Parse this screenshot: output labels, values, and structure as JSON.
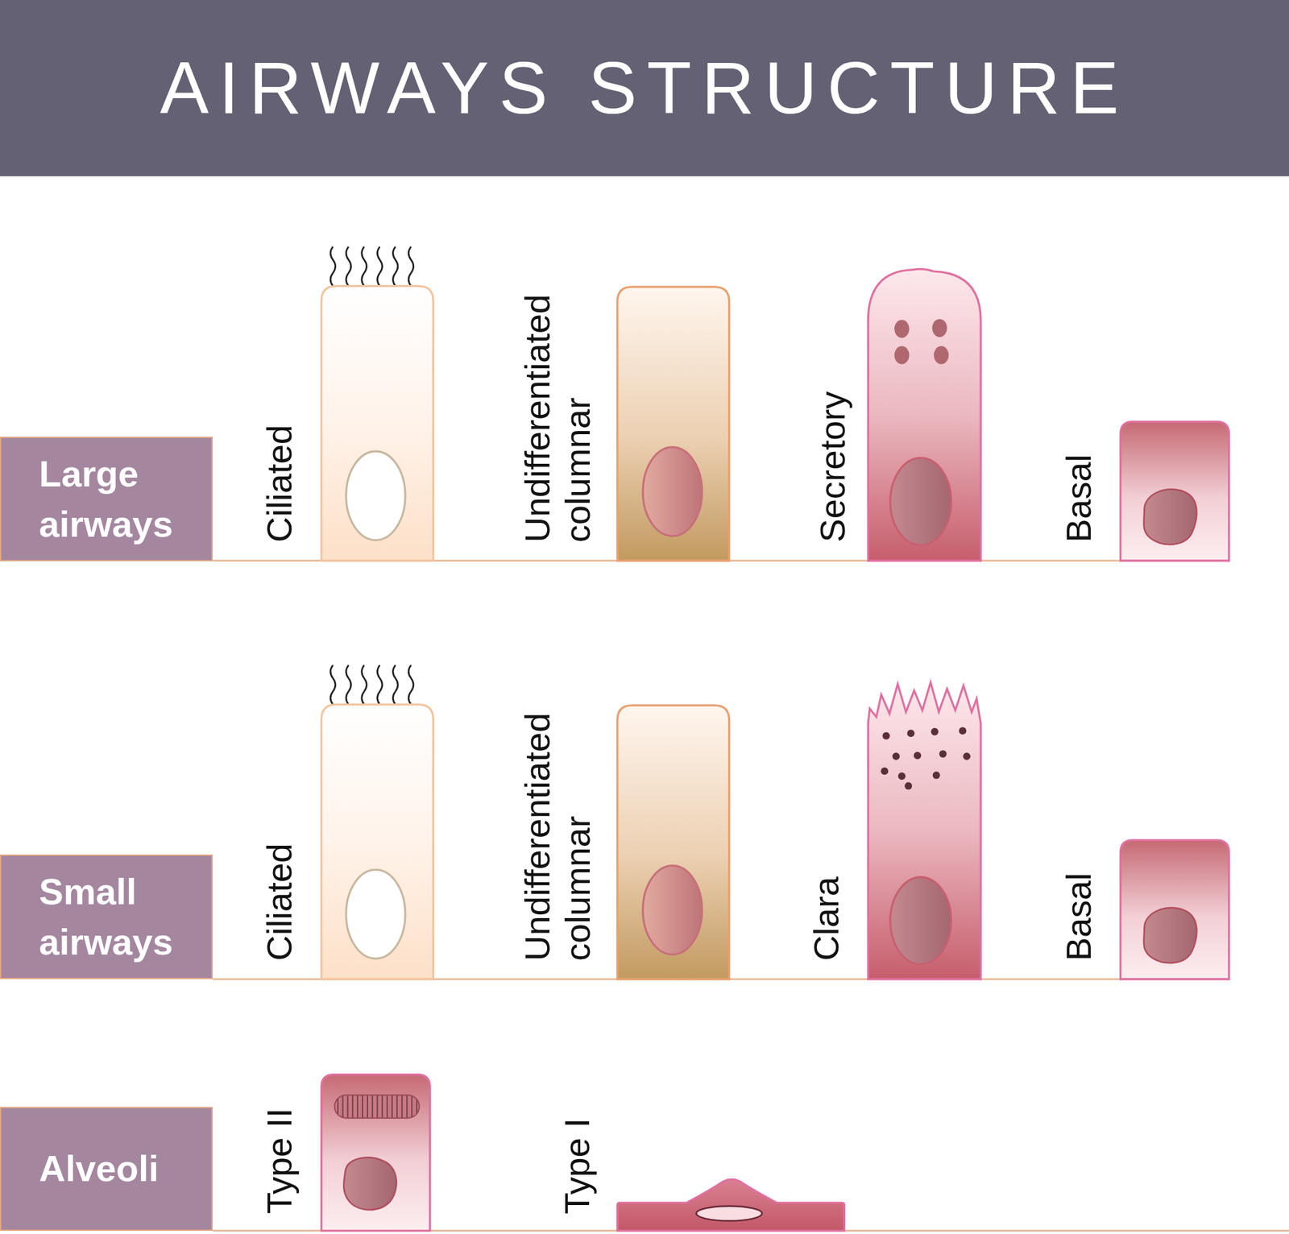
{
  "diagram": {
    "title": "AIRWAYS STRUCTURE",
    "nodes": [
      {
        "text": [
          "Large airways"
        ]
      },
      {
        "text": [
          "Small airways"
        ]
      },
      {
        "text": [
          "Alveoli"
        ]
      }
    ],
    "labels": [
      "Ciliated",
      "Undifferentiated columnar",
      "Secretory",
      "Basal",
      "Ciliated",
      "Undifferentiated columnar",
      "Clara",
      "Basal",
      "Type II",
      "Type I"
    ]
  }
}
